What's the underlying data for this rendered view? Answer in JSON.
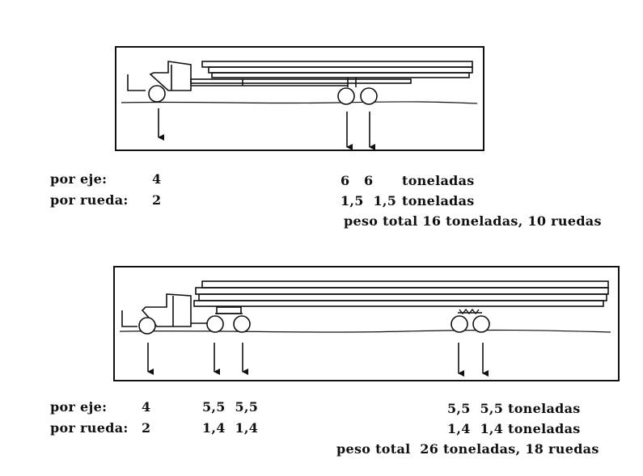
{
  "top": {
    "row1_label": "por eje:",
    "row1_front": "4",
    "row1_rear": "6   6",
    "row1_unit": "toneladas",
    "row2_label": "por rueda:",
    "row2_front": "2",
    "row2_rear": "1,5  1,5",
    "row2_unit": "toneladas",
    "total": "peso total 16 toneladas, 10 ruedas"
  },
  "bottom": {
    "row1_label": "por eje:",
    "row1_front": "4",
    "row1_mid": "5,5  5,5",
    "row1_rear": "5,5  5,5",
    "row1_unit": "toneladas",
    "row2_label": "por rueda:",
    "row2_front": "2",
    "row2_mid": "1,4  1,4",
    "row2_rear": "1,4  1,4",
    "row2_unit": "toneladas",
    "total": "peso total  26 toneladas, 18 ruedas"
  }
}
